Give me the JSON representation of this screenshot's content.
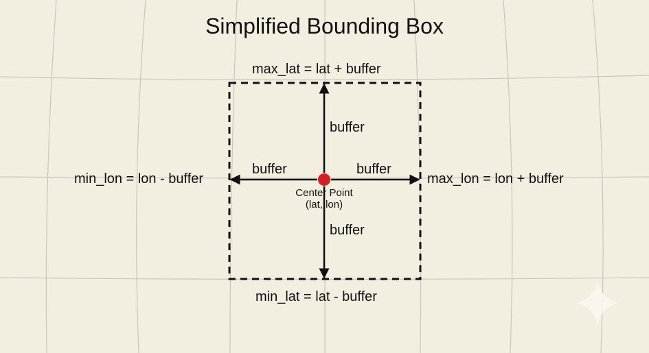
{
  "title": "Simplified Bounding Box",
  "labels": {
    "top": "max_lat = lat + buffer",
    "bottom": "min_lat = lat - buffer",
    "left": "min_lon = lon - buffer",
    "right": "max_lon = lon + buffer"
  },
  "arrows": {
    "up": "buffer",
    "down": "buffer",
    "left": "buffer",
    "right": "buffer"
  },
  "center": {
    "name": "Center Point",
    "coords": "(lat, lon)",
    "color": "#d42020"
  },
  "colors": {
    "background": "#f2efe1",
    "grid": "#c9c6bb",
    "ink": "#111111"
  }
}
